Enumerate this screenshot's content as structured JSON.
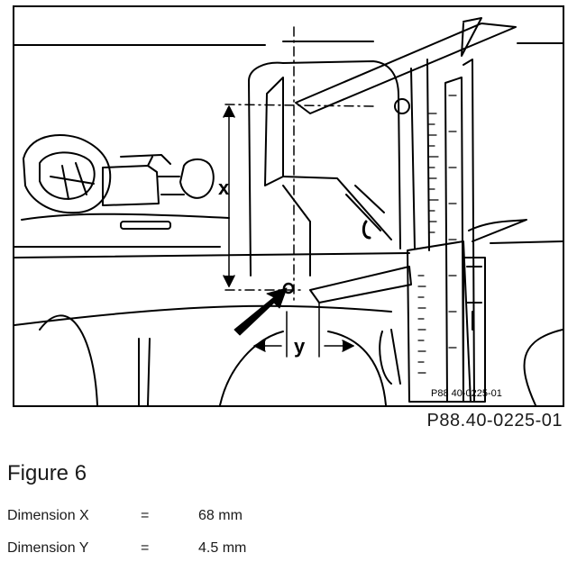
{
  "figure": {
    "x_marker": "x",
    "y_marker": "y",
    "inner_reference": "P88 40-0225-01",
    "drawing_reference": "P88.40-0225-01"
  },
  "caption": {
    "title": "Figure 6",
    "dimensions": [
      {
        "label": "Dimension X",
        "equals": "=",
        "value": "68 mm"
      },
      {
        "label": "Dimension Y",
        "equals": "=",
        "value": "4.5 mm"
      }
    ]
  }
}
